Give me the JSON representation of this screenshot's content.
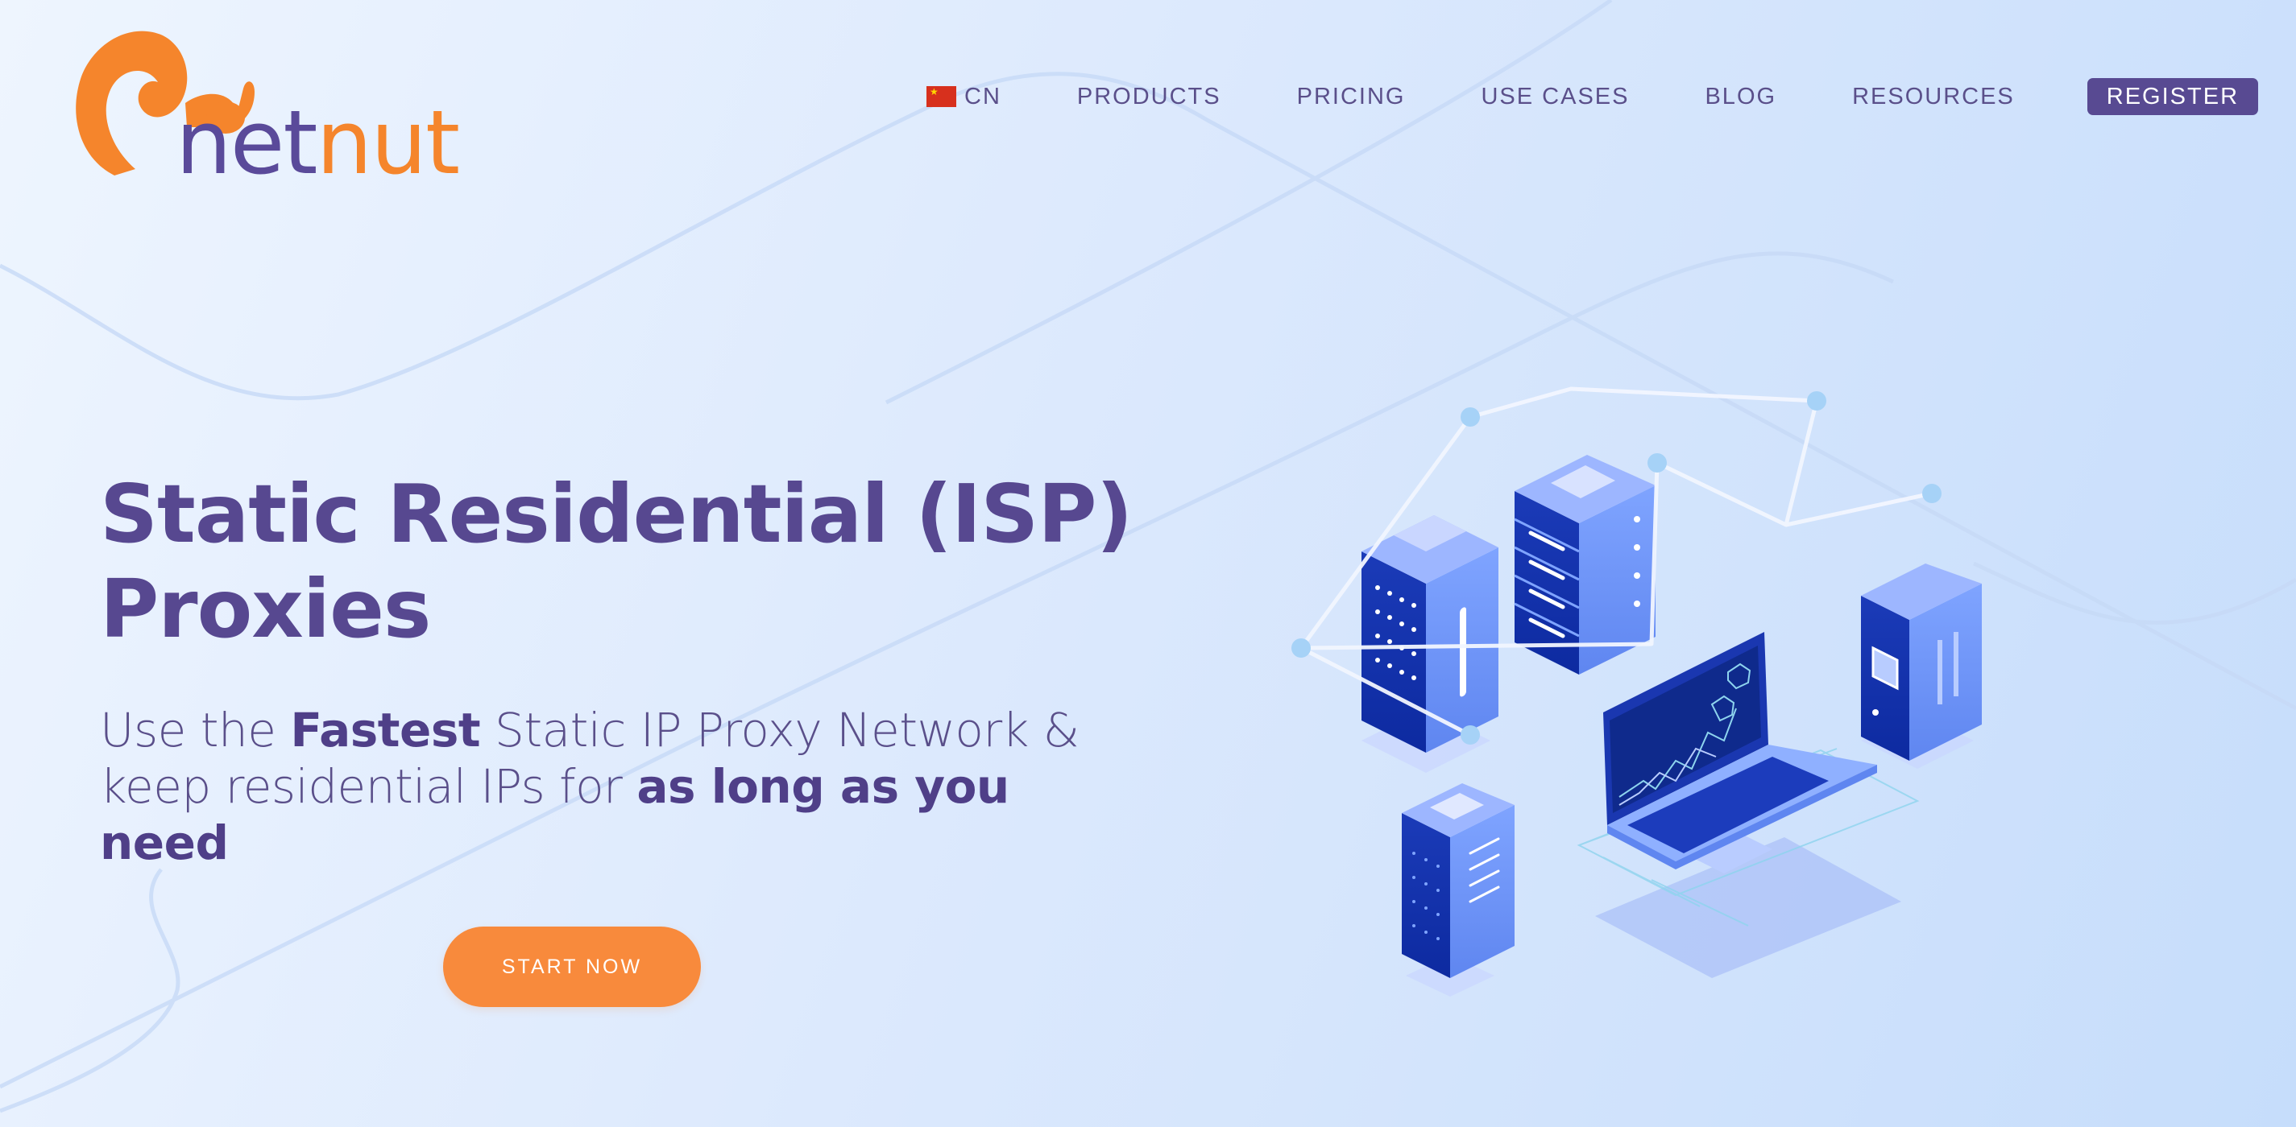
{
  "brand": {
    "wordmark_part1": "net",
    "wordmark_part2": "nut",
    "colors": {
      "purple": "#584a92",
      "orange": "#f5852c",
      "accent_button": "#f88a3c"
    }
  },
  "nav": {
    "language": {
      "flag_icon": "china-flag-icon",
      "label": "CN"
    },
    "items": [
      "PRODUCTS",
      "PRICING",
      "USE CASES",
      "BLOG",
      "RESOURCES"
    ],
    "register_label": "REGISTER"
  },
  "hero": {
    "title_line1": "Static Residential (ISP)",
    "title_line2": "Proxies",
    "subtitle": {
      "t1": "Use the ",
      "b1": "Fastest",
      "t2": " Static IP Proxy Network & keep residential IPs for ",
      "b2": "as long as you need"
    },
    "cta_label": "START NOW"
  },
  "illustration": {
    "icon": "isometric-servers-laptop-network-icon"
  }
}
